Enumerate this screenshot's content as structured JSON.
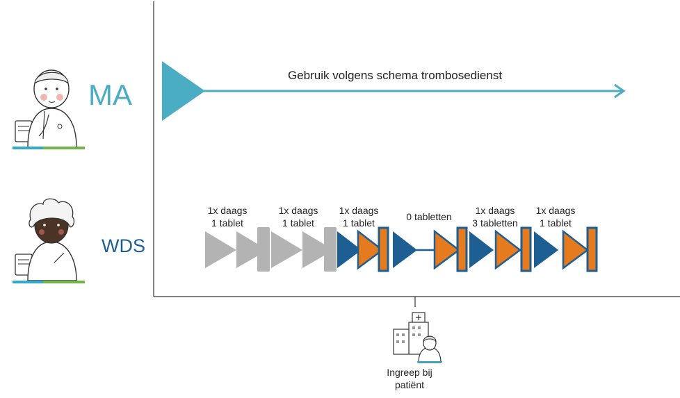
{
  "colors": {
    "ma_teal": "#4badc4",
    "wds_blue": "#1d5f92",
    "orange": "#e57a1e",
    "gray": "#b3b3b3"
  },
  "roles": {
    "ma": {
      "label": "MA",
      "icon": "doctor-icon"
    },
    "wds": {
      "label": "WDS",
      "icon": "nurse-icon"
    }
  },
  "ma_timeline": {
    "label": "Gebruik volgens schema trombosedienst"
  },
  "wds_timeline": {
    "steps": [
      {
        "line1": "1x daags",
        "line2": "1 tablet"
      },
      {
        "line1": "1x daags",
        "line2": "1 tablet"
      },
      {
        "line1": "1x daags",
        "line2": "1 tablet"
      },
      {
        "line1": "0 tabletten",
        "line2": ""
      },
      {
        "line1": "1x daags",
        "line2": "3 tabletten"
      },
      {
        "line1": "1x daags",
        "line2": "1 tablet"
      }
    ]
  },
  "procedure": {
    "line1": "Ingreep bij",
    "line2": "patiënt",
    "icon": "hospital-icon"
  }
}
